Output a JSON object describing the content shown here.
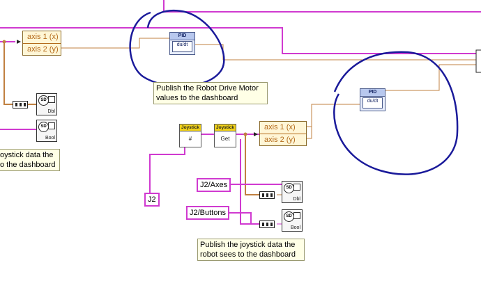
{
  "unbundle_left": {
    "axis1": "axis 1 (x)",
    "axis2": "axis 2 (y)"
  },
  "unbundle_mid": {
    "axis1": "axis 1 (x)",
    "axis2": "axis 2 (y)"
  },
  "pid_top": {
    "title": "PID",
    "body": "du/dt"
  },
  "pid_right": {
    "title": "PID",
    "body": "du/dt"
  },
  "joystick_ref": {
    "title": "Joystick",
    "body": "#"
  },
  "joystick_get": {
    "title": "Joystick",
    "body": "Get"
  },
  "sd_left_dbl": {
    "label": "Dbl",
    "icon": "SD"
  },
  "sd_left_bool": {
    "label": "Bool",
    "icon": "SD"
  },
  "sd_mid_dbl": {
    "label": "Dbl",
    "icon": "SD"
  },
  "sd_mid_bool": {
    "label": "Bool",
    "icon": "SD"
  },
  "comments": {
    "motor_line1": "Publish the Robot Drive Motor",
    "motor_line2": "values to the dashboard",
    "left_line1": "oystick data the",
    "left_line2": "o the dashboard",
    "bottom_line1": "Publish the joystick data the",
    "bottom_line2": "robot sees to the dashboard"
  },
  "constants": {
    "j2": "J2",
    "axes": "J2/Axes",
    "buttons": "J2/Buttons"
  },
  "colors": {
    "cluster_wire": "#d03ad0",
    "numeric_wire": "#c08040",
    "annotation": "#1a1a9a",
    "joystick_header": "#f1d21a"
  }
}
